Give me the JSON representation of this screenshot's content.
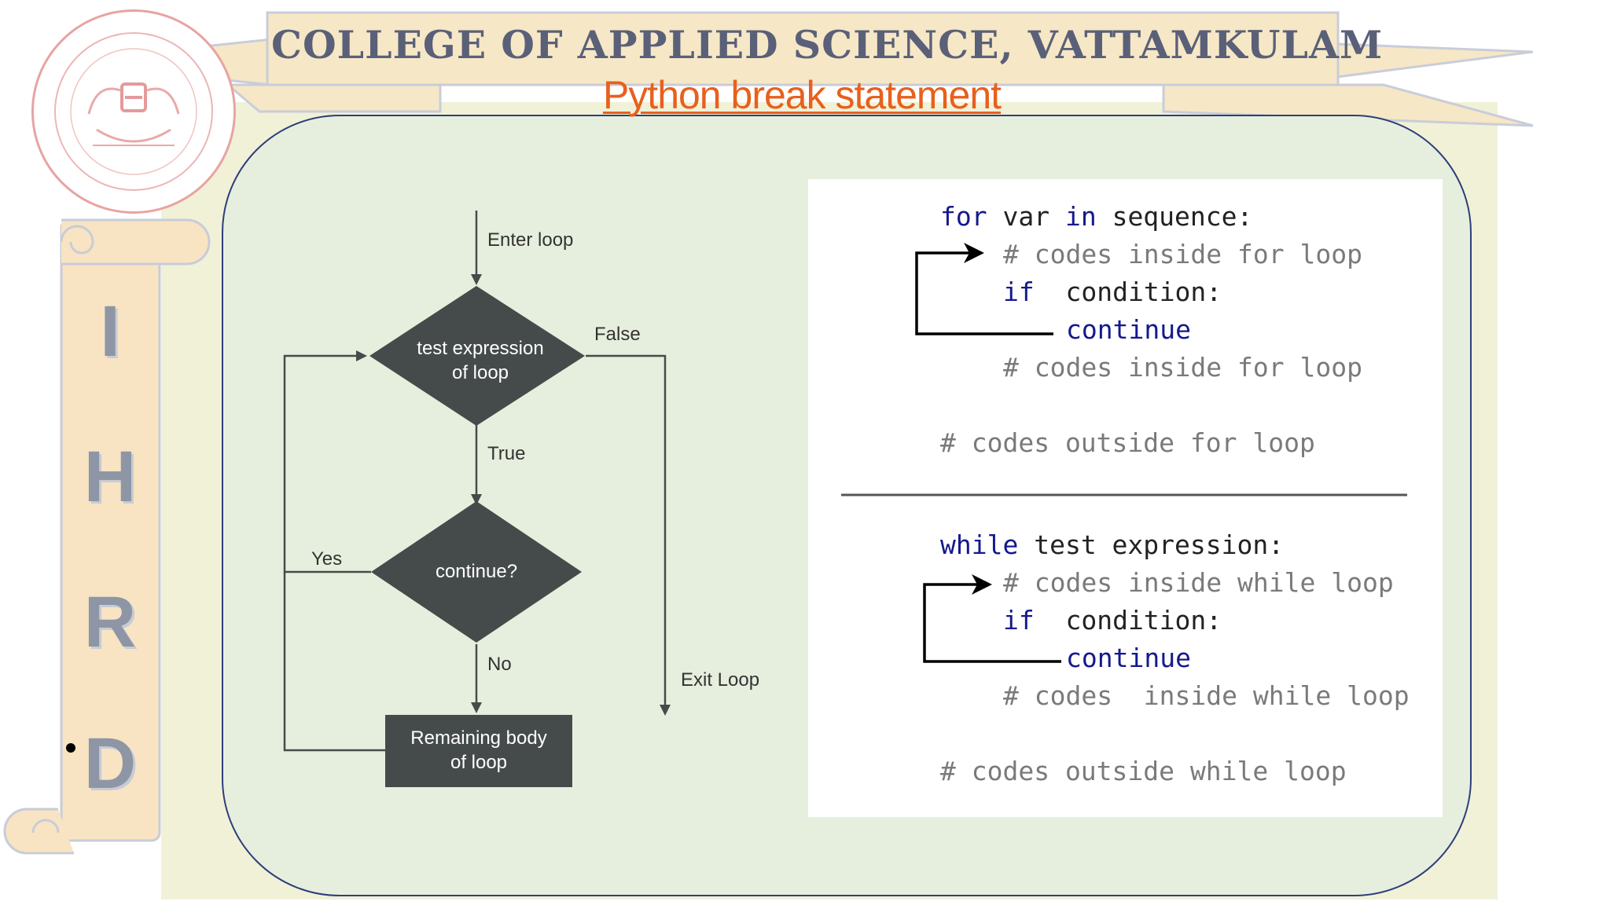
{
  "header": {
    "college": "COLLEGE OF APPLIED SCIENCE, VATTAMKULAM",
    "slide_title": "Python break statement"
  },
  "sidebar": {
    "letters": [
      "I",
      "H",
      "R",
      "D"
    ]
  },
  "flowchart": {
    "enter_label": "Enter loop",
    "test_expression": [
      "test expression",
      "of loop"
    ],
    "false_label": "False",
    "true_label": "True",
    "continue_label": "continue?",
    "yes_label": "Yes",
    "no_label": "No",
    "body": [
      "Remaining body",
      "of loop"
    ],
    "exit_label": "Exit Loop"
  },
  "code": {
    "for_block": {
      "l1_kw1": "for",
      "l1_rest1": " var ",
      "l1_kw2": "in",
      "l1_rest2": " sequence:",
      "l2": "# codes inside for loop",
      "l3_kw": "if",
      "l3_rest": "  condition:",
      "l4": "continue",
      "l5": "# codes inside for loop",
      "l6": "# codes outside for loop"
    },
    "while_block": {
      "l1_kw": "while",
      "l1_rest": " test expression:",
      "l2": "# codes inside while loop",
      "l3_kw": "if",
      "l3_rest": "  condition:",
      "l4": "continue",
      "l5": "# codes  inside while loop",
      "l6": "# codes outside while loop"
    }
  },
  "colors": {
    "title_orange": "#e8601c",
    "college_text": "#5a6078",
    "keyword_blue": "#14198c",
    "comment_gray": "#7a7a7a",
    "diagram_dark": "#454b4a",
    "frame_blue": "#2e3e7a"
  }
}
